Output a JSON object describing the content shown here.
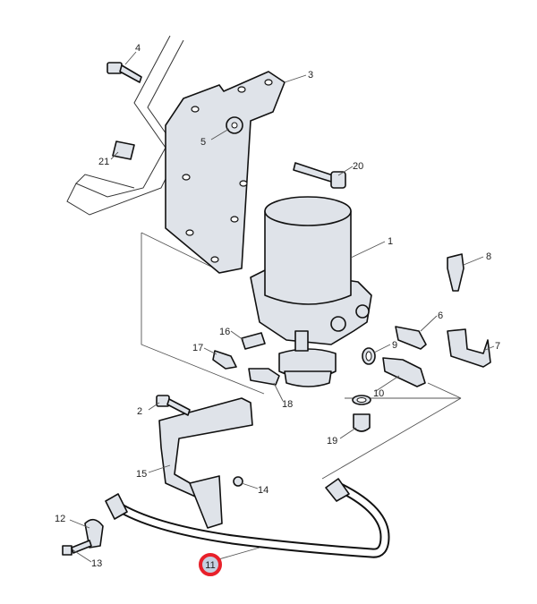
{
  "diagram": {
    "highlight_color": "#e8202a",
    "highlight_fill": "#c5d0e0",
    "callouts": [
      {
        "id": "1",
        "label": "1"
      },
      {
        "id": "2",
        "label": "2"
      },
      {
        "id": "3",
        "label": "3"
      },
      {
        "id": "4",
        "label": "4"
      },
      {
        "id": "5",
        "label": "5"
      },
      {
        "id": "6",
        "label": "6"
      },
      {
        "id": "7",
        "label": "7"
      },
      {
        "id": "8",
        "label": "8"
      },
      {
        "id": "9",
        "label": "9"
      },
      {
        "id": "10",
        "label": "10"
      },
      {
        "id": "11",
        "label": "11",
        "highlighted": true
      },
      {
        "id": "12",
        "label": "12"
      },
      {
        "id": "13",
        "label": "13"
      },
      {
        "id": "14",
        "label": "14"
      },
      {
        "id": "15",
        "label": "15"
      },
      {
        "id": "16",
        "label": "16"
      },
      {
        "id": "17",
        "label": "17"
      },
      {
        "id": "18",
        "label": "18"
      },
      {
        "id": "19",
        "label": "19"
      },
      {
        "id": "20",
        "label": "20"
      },
      {
        "id": "21",
        "label": "21"
      }
    ]
  }
}
